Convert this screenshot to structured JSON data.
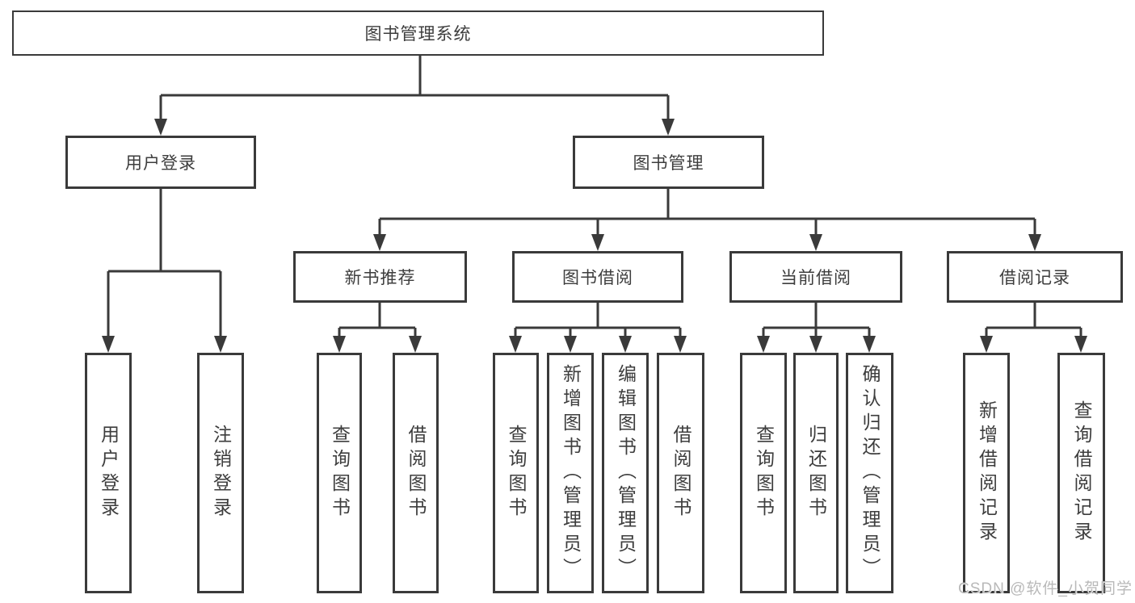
{
  "tree": {
    "label": "图书管理系统",
    "children": [
      {
        "label": "用户登录",
        "children": [
          {
            "label": "用户登录"
          },
          {
            "label": "注销登录"
          }
        ]
      },
      {
        "label": "图书管理",
        "children": [
          {
            "label": "新书推荐",
            "children": [
              {
                "label": "查询图书"
              },
              {
                "label": "借阅图书"
              }
            ]
          },
          {
            "label": "图书借阅",
            "children": [
              {
                "label": "查询图书"
              },
              {
                "label": "新增图书（管理员）"
              },
              {
                "label": "编辑图书（管理员）"
              },
              {
                "label": "借阅图书"
              }
            ]
          },
          {
            "label": "当前借阅",
            "children": [
              {
                "label": "查询图书"
              },
              {
                "label": "归还图书"
              },
              {
                "label": "确认归还（管理员）"
              }
            ]
          },
          {
            "label": "借阅记录",
            "children": [
              {
                "label": "新增借阅记录"
              },
              {
                "label": "查询借阅记录"
              }
            ]
          }
        ]
      }
    ]
  },
  "watermark": {
    "text": "CSDN @软件_小贺同学"
  },
  "colors": {
    "line": "#3a3a3a",
    "text": "#3d3d3d",
    "watermark": "#b9b9b9"
  }
}
